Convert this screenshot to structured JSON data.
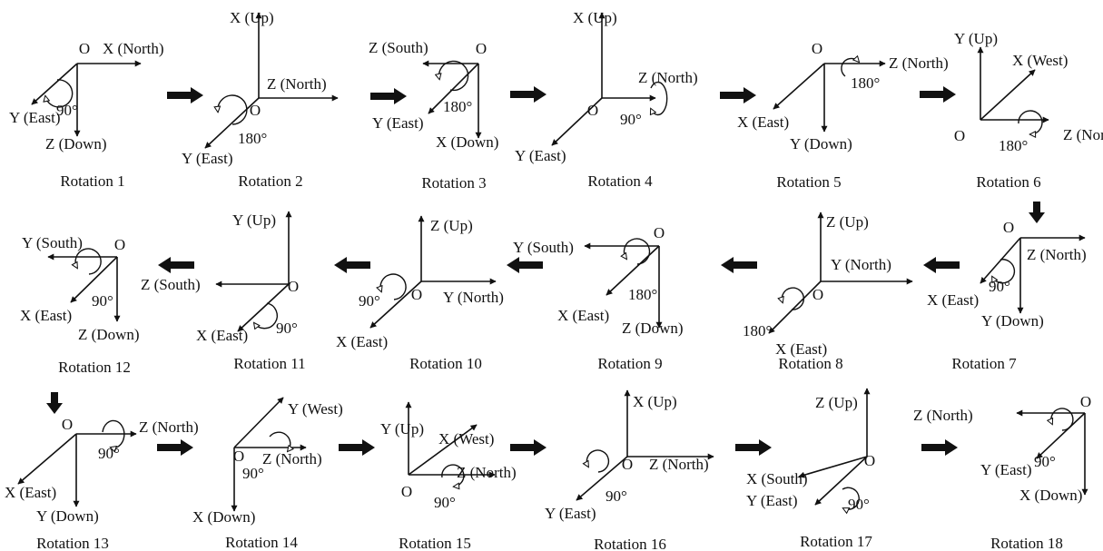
{
  "diagram": {
    "origin_label": "O",
    "rotations": [
      {
        "caption": "Rotation 1",
        "labels": [
          "X (North)",
          "Y (East)",
          "Z (Down)"
        ],
        "angle": "90°"
      },
      {
        "caption": "Rotation 2",
        "labels": [
          "X (Up)",
          "Z (North)",
          "Y (East)"
        ],
        "angle": "180°"
      },
      {
        "caption": "Rotation 3",
        "labels": [
          "Z (South)",
          "Y (East)",
          "X (Down)"
        ],
        "angle": "180°"
      },
      {
        "caption": "Rotation 4",
        "labels": [
          "X (Up)",
          "Z (North)",
          "Y (East)"
        ],
        "angle": "90°"
      },
      {
        "caption": "Rotation 5",
        "labels": [
          "Z (North)",
          "X (East)",
          "Y (Down)"
        ],
        "angle": "180°"
      },
      {
        "caption": "Rotation 6",
        "labels": [
          "Y (Up)",
          "X (West)",
          "Z (North)"
        ],
        "angle": "180°"
      },
      {
        "caption": "Rotation 7",
        "labels": [
          "Z (North)",
          "X (East)",
          "Y (Down)"
        ],
        "angle": "90°"
      },
      {
        "caption": "Rotation 8",
        "labels": [
          "Z (Up)",
          "Y (North)",
          "X (East)"
        ],
        "angle": "180°"
      },
      {
        "caption": "Rotation 9",
        "labels": [
          "Y (South)",
          "X (East)",
          "Z (Down)"
        ],
        "angle": "180°"
      },
      {
        "caption": "Rotation 10",
        "labels": [
          "Z (Up)",
          "Y (North)",
          "X (East)"
        ],
        "angle": "90°"
      },
      {
        "caption": "Rotation 11",
        "labels": [
          "Y (Up)",
          "Z (South)",
          "X (East)"
        ],
        "angle": "90°"
      },
      {
        "caption": "Rotation 12",
        "labels": [
          "Y (South)",
          "X (East)",
          "Z (Down)"
        ],
        "angle": "90°"
      },
      {
        "caption": "Rotation 13",
        "labels": [
          "Z (North)",
          "X (East)",
          "Y (Down)"
        ],
        "angle": "90°"
      },
      {
        "caption": "Rotation 14",
        "labels": [
          "Y (West)",
          "Z (North)",
          "X (Down)"
        ],
        "angle": "90°"
      },
      {
        "caption": "Rotation 15",
        "labels": [
          "Y (Up)",
          "X (West)",
          "Z (North)"
        ],
        "angle": "90°"
      },
      {
        "caption": "Rotation 16",
        "labels": [
          "X (Up)",
          "Z (North)",
          "Y (East)"
        ],
        "angle": "90°"
      },
      {
        "caption": "Rotation 17",
        "labels": [
          "Z (Up)",
          "X (South)",
          "Y (East)"
        ],
        "angle": "90°"
      },
      {
        "caption": "Rotation 18",
        "labels": [
          "Z (North)",
          "Y (East)",
          "X (Down)"
        ],
        "angle": "90°"
      }
    ]
  }
}
